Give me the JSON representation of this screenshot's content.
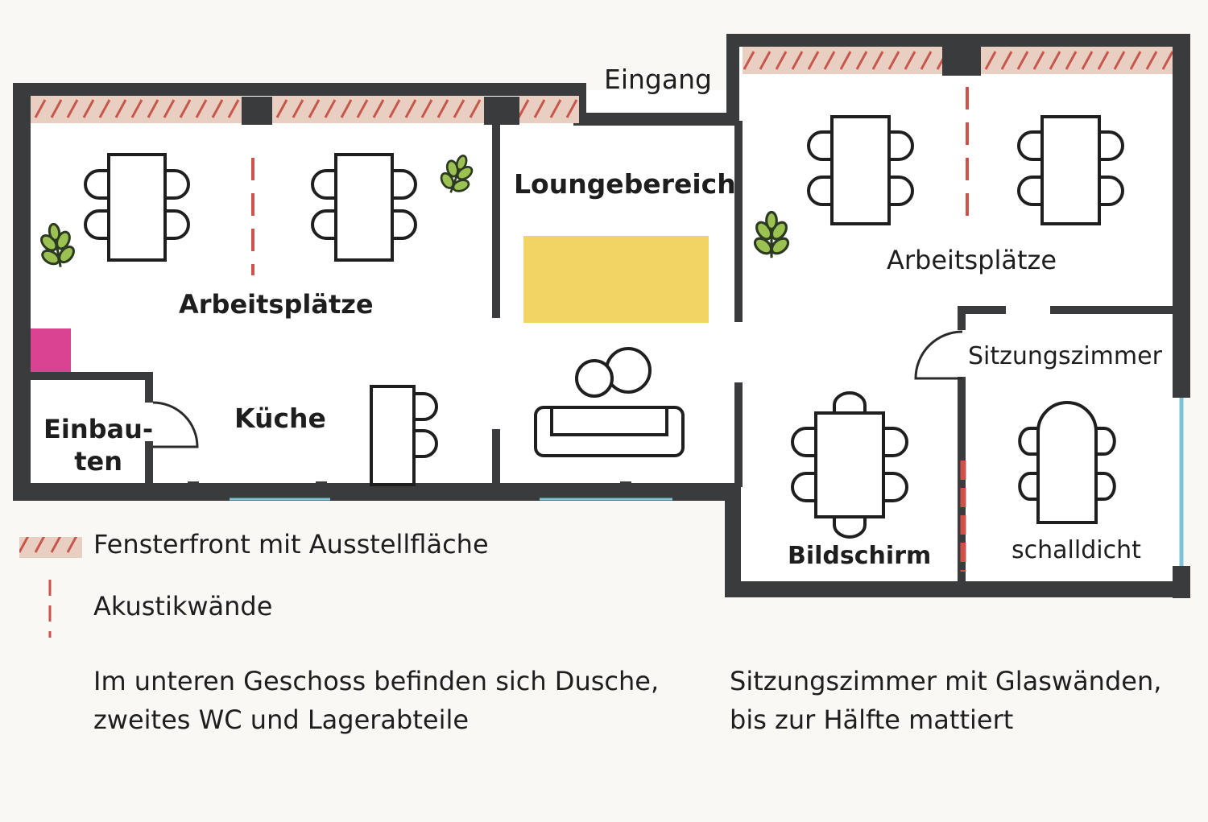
{
  "labels": {
    "entrance": "Eingang",
    "lounge": "Loungebereich",
    "workspaces_left": "Arbeitsplätze",
    "workspaces_right": "Arbeitsplätze",
    "meeting_room": "Sitzungszimmer",
    "kitchen": "Küche",
    "built_in_line1": "Einbau-",
    "built_in_line2": "ten",
    "screen": "Bildschirm",
    "soundproof": "schalldicht"
  },
  "legend": {
    "window_front": "Fensterfront mit Ausstellfläche",
    "acoustic_walls": "Akustikwände"
  },
  "notes": {
    "lower_floor_line1": "Im unteren Geschoss befinden sich Dusche,",
    "lower_floor_line2": "zweites WC und Lagerabteile",
    "meeting_glass_line1": "Sitzungszimmer mit Glaswänden,",
    "meeting_glass_line2": "bis zur Hälfte mattiert"
  },
  "colors": {
    "wall": "#3a3b3d",
    "window_fill": "#e8cfc1",
    "window_hatch": "#c7574c",
    "acoustic": "#d0504a",
    "rug": "#f1d464",
    "pink_block": "#d94392",
    "glass": "#7ec3d6",
    "plant": "#9bc152"
  }
}
